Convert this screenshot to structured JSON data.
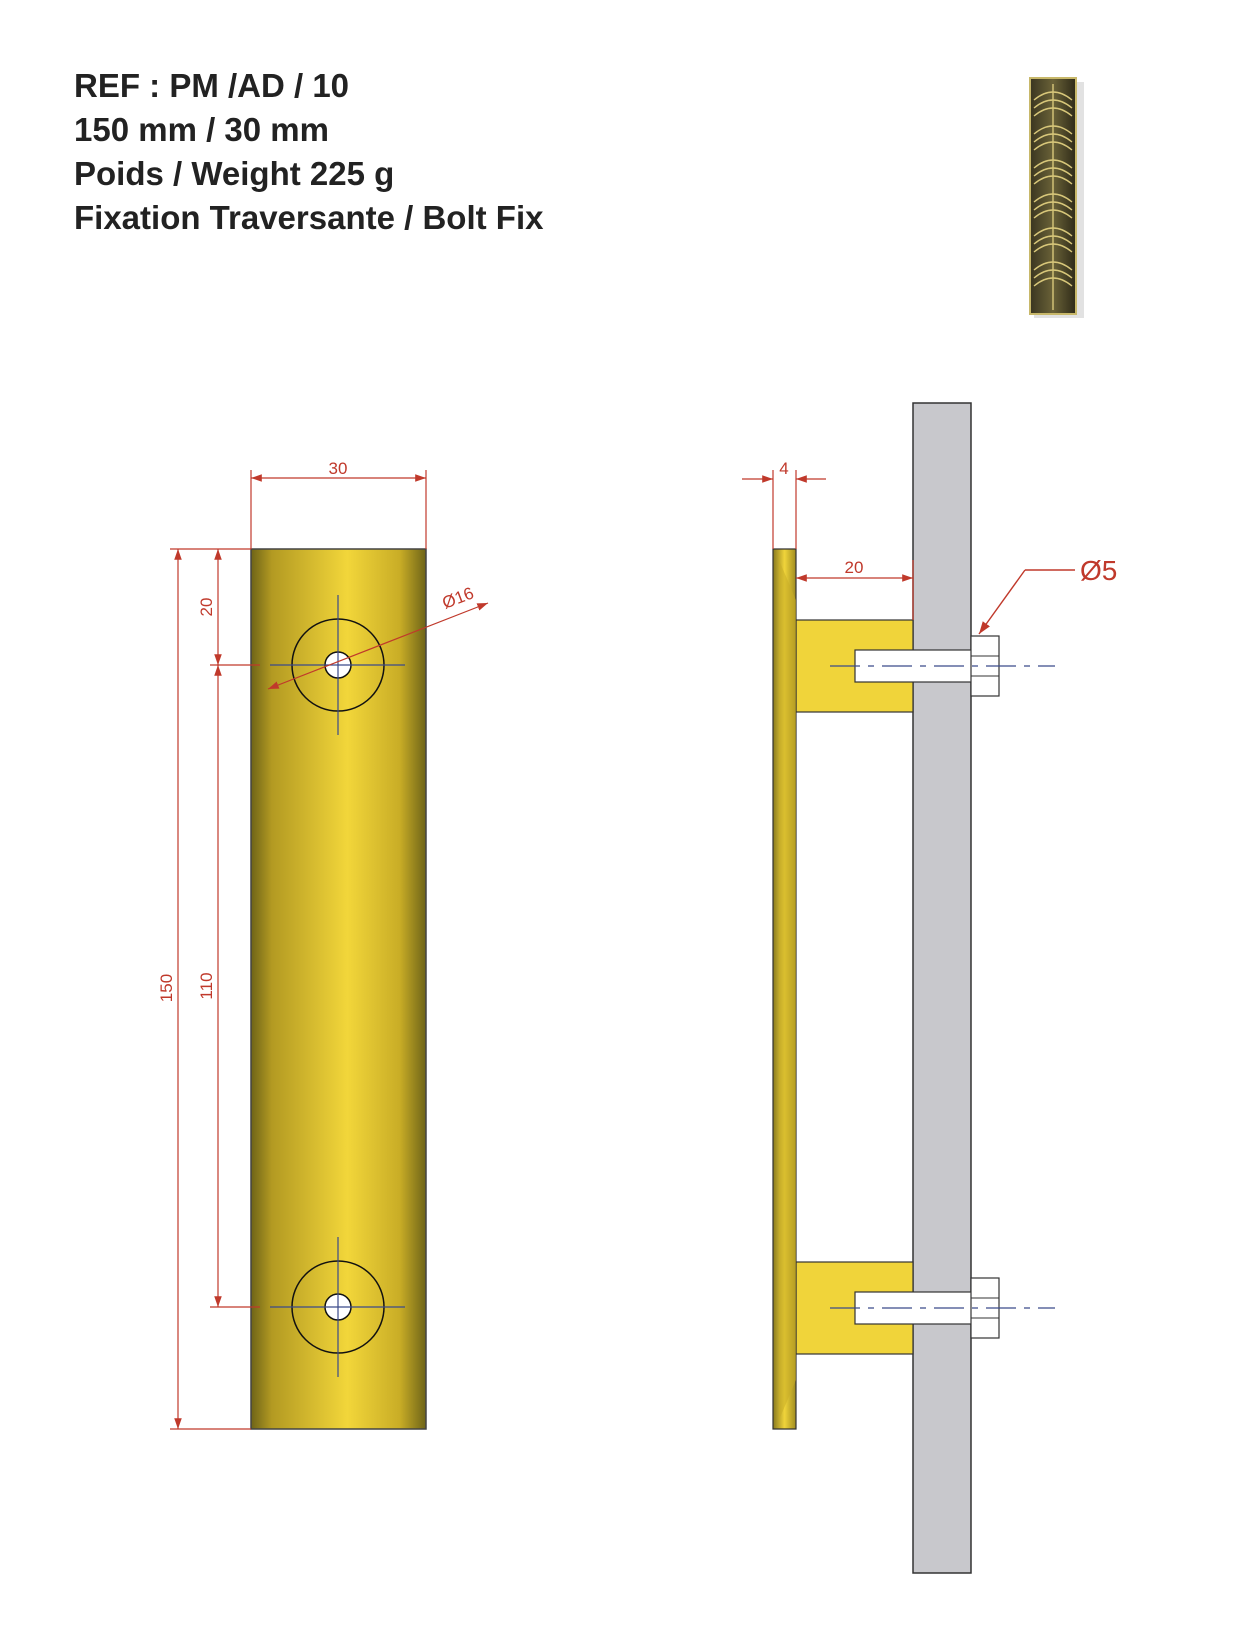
{
  "specs": {
    "ref": "REF : PM /AD / 10",
    "size": "150 mm / 30 mm",
    "weight": "Poids / Weight 225 g",
    "fixing": "Fixation Traversante / Bolt Fix"
  },
  "dimensions": {
    "width": "30",
    "top_offset": "20",
    "hole_diameter": "Ø16",
    "total_length": "150",
    "hole_spacing": "110",
    "plate_thickness": "4",
    "standoff": "20",
    "bolt_diameter": "Ø5"
  },
  "colors": {
    "brass": "#e8c72a",
    "brass_dark": "#8a7a1e",
    "door": "#c8c8cc",
    "dimension": "#c0392b",
    "centerline": "#3b4a8a"
  },
  "product_icon": "art-deco-handle-thumbnail"
}
